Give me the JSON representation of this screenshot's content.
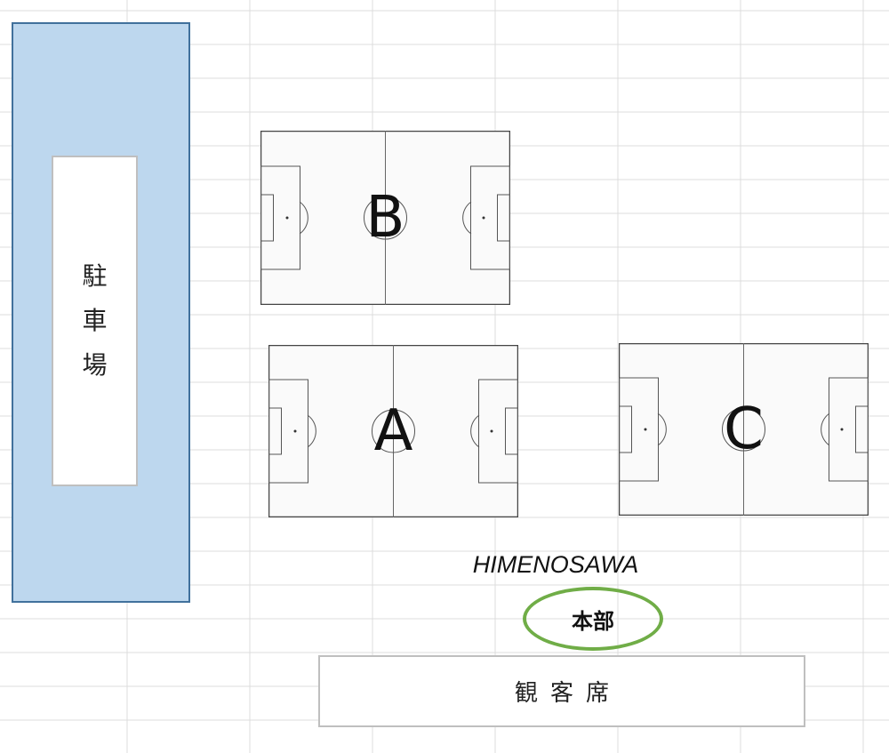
{
  "parking": {
    "chars": [
      "駐",
      "車",
      "場"
    ]
  },
  "fields": [
    {
      "id": "B",
      "label": "B"
    },
    {
      "id": "A",
      "label": "A"
    },
    {
      "id": "C",
      "label": "C"
    }
  ],
  "site_name": "HIMENOSAWA",
  "headquarters": {
    "label": "本部",
    "border_color": "#70ad47"
  },
  "stands": {
    "label": "観客席"
  },
  "colors": {
    "parking_fill": "#bdd7ee",
    "parking_border": "#41719c",
    "grid": "#dcdcdc"
  }
}
